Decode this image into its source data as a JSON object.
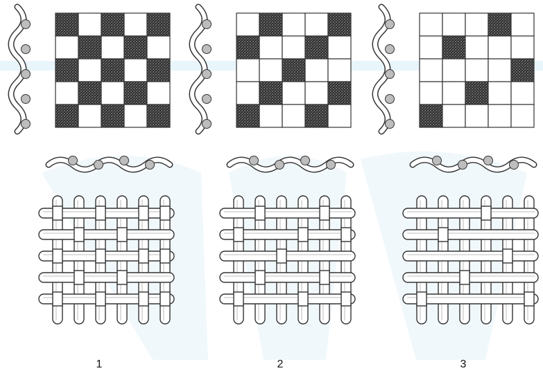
{
  "panels": [
    {
      "label": "1",
      "grid": [
        [
          1,
          0,
          1,
          0,
          1
        ],
        [
          0,
          1,
          0,
          1,
          0
        ],
        [
          1,
          0,
          1,
          0,
          1
        ],
        [
          0,
          1,
          0,
          1,
          0
        ],
        [
          1,
          0,
          1,
          0,
          1
        ]
      ]
    },
    {
      "label": "2",
      "grid": [
        [
          0,
          1,
          0,
          0,
          1
        ],
        [
          1,
          0,
          0,
          1,
          0
        ],
        [
          0,
          0,
          1,
          0,
          0
        ],
        [
          0,
          1,
          0,
          0,
          1
        ],
        [
          1,
          0,
          0,
          1,
          0
        ]
      ]
    },
    {
      "label": "3",
      "grid": [
        [
          0,
          0,
          0,
          1,
          0
        ],
        [
          0,
          1,
          0,
          0,
          0
        ],
        [
          0,
          0,
          0,
          0,
          1
        ],
        [
          0,
          0,
          1,
          0,
          0
        ],
        [
          1,
          0,
          0,
          0,
          0
        ]
      ]
    }
  ],
  "colors": {
    "filled": "#3a3a3a",
    "grain": "#9a9a9a",
    "line": "#333333",
    "thread": "#bdbdbd",
    "watermark": "#cfe7f2"
  }
}
